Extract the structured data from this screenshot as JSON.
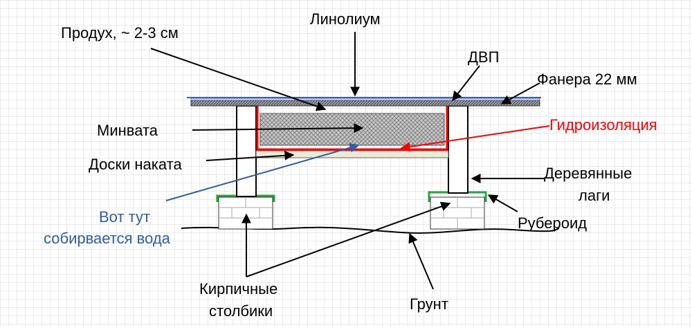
{
  "diagram": {
    "labels": {
      "linoleum": "Линолиум",
      "air_gap": "Продух, ~ 2-3 см",
      "fibreboard": "ДВП",
      "plywood": "Фанера 22 мм",
      "mineral_wool": "Минвата",
      "waterproofing": "Гидроизоляция",
      "boards": "Доски наката",
      "joists_line1": "Деревянные",
      "joists_line2": "лаги",
      "water_line1": "Вот тут",
      "water_line2": "собирвается вода",
      "roofing_felt": "Рубероид",
      "brick_posts_line1": "Кирпичные",
      "brick_posts_line2": "столбики",
      "soil": "Грунт"
    },
    "colors": {
      "text": "#000000",
      "waterproofing": "#ff0000",
      "water_note": "#2e5ea6",
      "linoleum_line": "#3b5fb5",
      "roofing_felt": "#1faa3a",
      "grid": "#d6d6d6",
      "wool_fill": "#c8c8c8",
      "board_fill": "#ecebd6",
      "plywood_fill": "#9a9a9a"
    }
  }
}
